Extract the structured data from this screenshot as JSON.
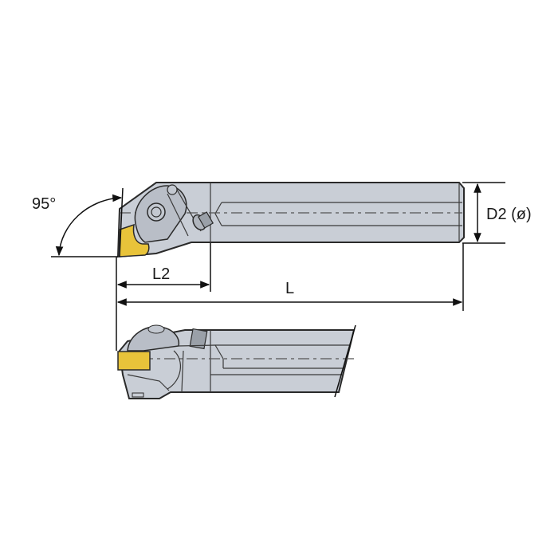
{
  "diagram": {
    "title": "Boring bar with insert - dimension drawing",
    "labels": {
      "angle": "95°",
      "diameter": "D2 (ø)",
      "head_length": "L2",
      "overall_length": "L"
    },
    "views": [
      {
        "name": "top-view",
        "description": "Boring bar top view with clamped insert"
      },
      {
        "name": "side-view",
        "description": "Boring bar side view, broken shank"
      }
    ],
    "colors": {
      "body": "#c9ced6",
      "insert": "#e8c33a",
      "outline": "#2a2a2a",
      "dimension": "#111111"
    }
  }
}
